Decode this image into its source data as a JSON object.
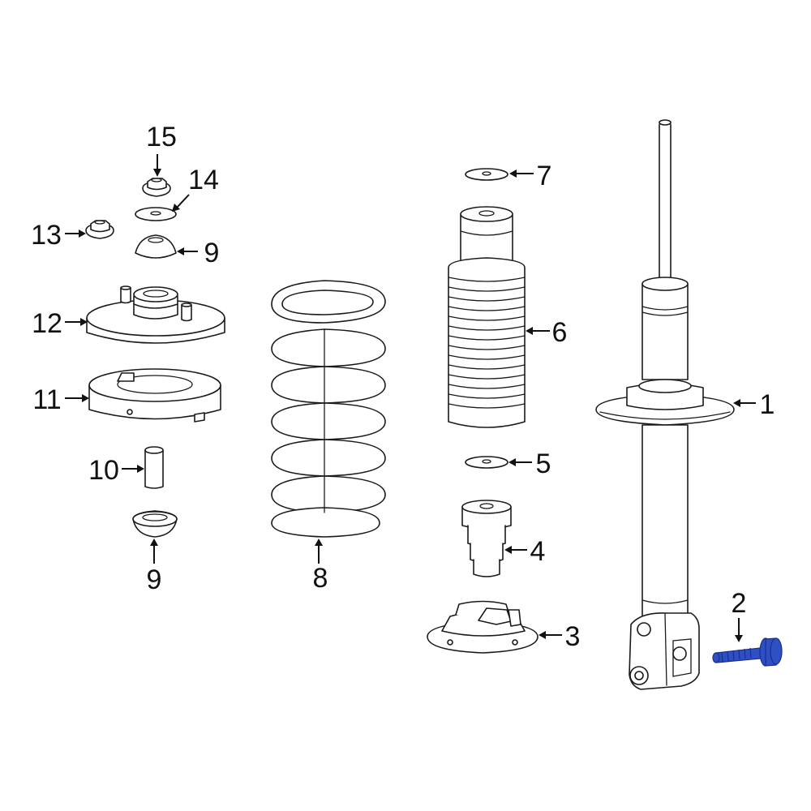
{
  "callouts": {
    "c1": "1",
    "c2": "2",
    "c3": "3",
    "c4": "4",
    "c5": "5",
    "c6": "6",
    "c7": "7",
    "c8": "8",
    "c9_top": "9",
    "c9_bottom": "9",
    "c10": "10",
    "c11": "11",
    "c12": "12",
    "c13": "13",
    "c14": "14",
    "c15": "15"
  },
  "colors": {
    "highlight": "#2f4fc4",
    "line": "#1a1a1a"
  },
  "highlighted_part": "2"
}
